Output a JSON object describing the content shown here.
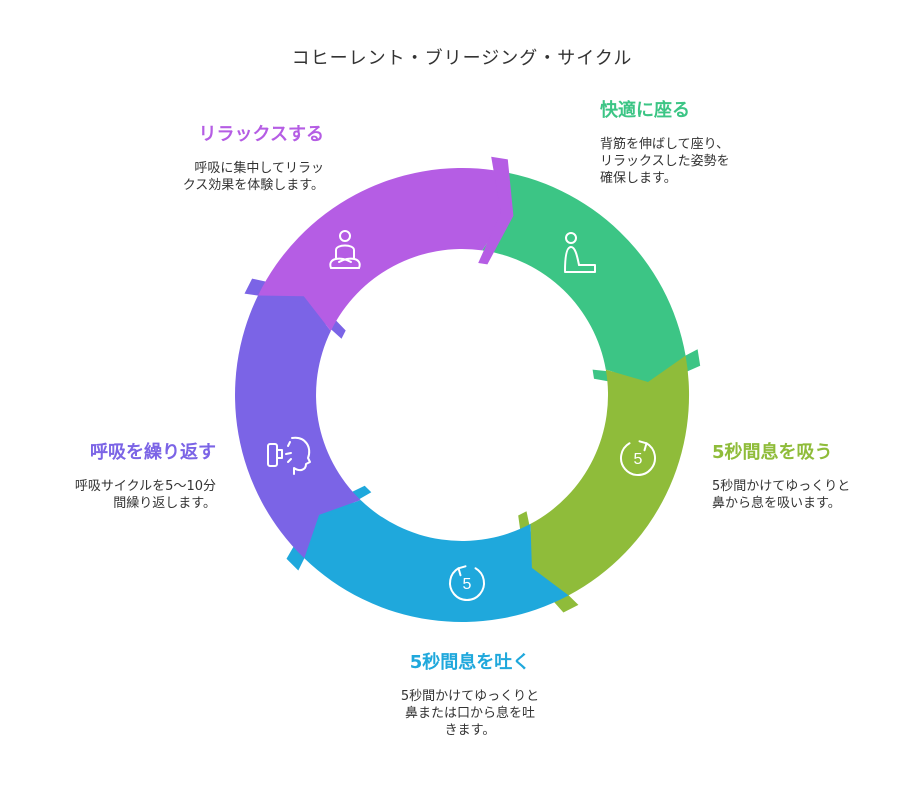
{
  "title": "コヒーレント・ブリージング・サイクル",
  "colors": {
    "sit": "#3cc585",
    "inhale": "#8fbc3a",
    "exhale": "#1fa8dc",
    "repeat": "#7b64e6",
    "relax": "#b55de4"
  },
  "steps": {
    "sit": {
      "title": "快適に座る",
      "desc": "背筋を伸ばして座り、\nリラックスした姿勢を\n確保します。",
      "icon": "seated-person-icon"
    },
    "inhale": {
      "title": "5秒間息を吸う",
      "desc": "5秒間かけてゆっくりと\n鼻から息を吸います。",
      "icon": "timer-5-clockwise-icon",
      "icon_text": "5"
    },
    "exhale": {
      "title": "5秒間息を吐く",
      "desc": "5秒間かけてゆっくりと\n鼻または口から息を吐\nきます。",
      "icon": "timer-5-counterclockwise-icon",
      "icon_text": "5"
    },
    "repeat": {
      "title": "呼吸を繰り返す",
      "desc": "呼吸サイクルを5〜10分\n間繰り返します。",
      "icon": "breathing-inhaler-icon"
    },
    "relax": {
      "title": "リラックスする",
      "desc": "呼吸に集中してリラッ\nクス効果を体験します。",
      "icon": "meditating-person-icon"
    }
  }
}
